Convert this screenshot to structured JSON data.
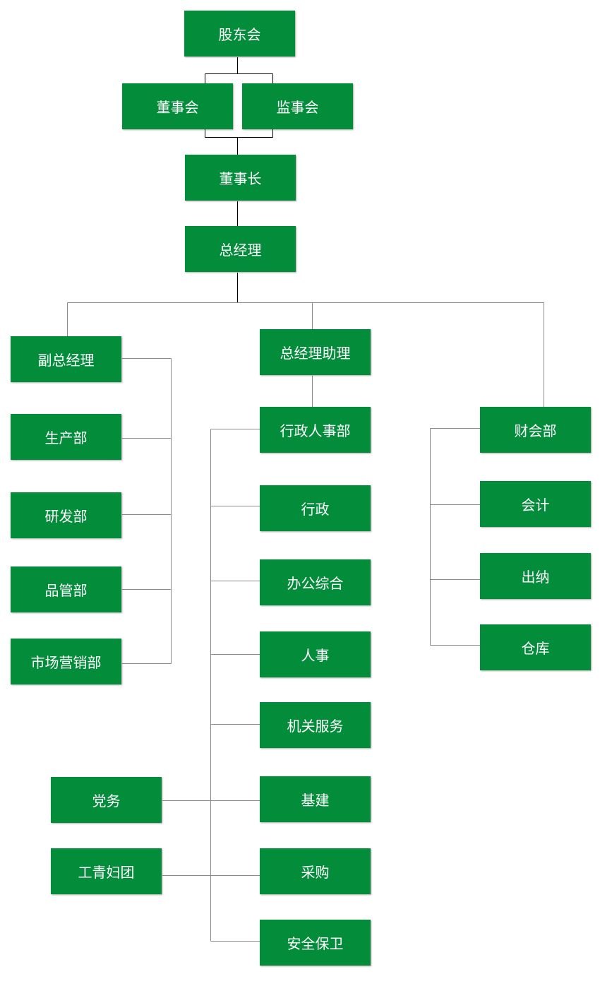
{
  "colors": {
    "box": "#038c3a",
    "text": "#ffffff",
    "line_dark": "#000000",
    "line_grey": "#8a8a8a"
  },
  "nodes": {
    "shareholders": "股东会",
    "board": "董事会",
    "supervisors": "监事会",
    "chairman": "董事长",
    "gm": "总经理",
    "deputy_gm": "副总经理",
    "gm_assistant": "总经理助理",
    "production": "生产部",
    "rnd": "研发部",
    "quality": "品管部",
    "marketing": "市场营销部",
    "admin_hr": "行政人事部",
    "admin": "行政",
    "office": "办公综合",
    "hr": "人事",
    "services": "机关服务",
    "construction": "基建",
    "purchasing": "采购",
    "security": "安全保卫",
    "party": "党务",
    "unions": "工青妇团",
    "finance": "财会部",
    "accounting": "会计",
    "cashier": "出纳",
    "warehouse": "仓库"
  }
}
